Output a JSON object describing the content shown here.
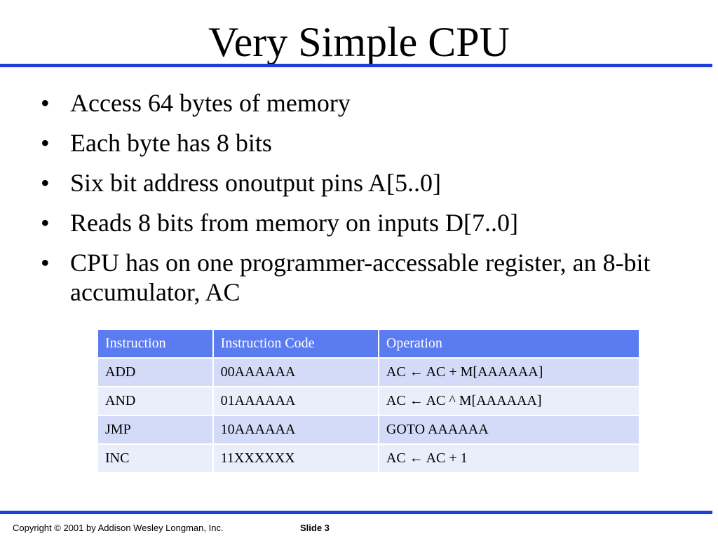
{
  "slide": {
    "title": "Very Simple CPU",
    "bullets": [
      "Access 64 bytes of memory",
      "Each byte has 8 bits",
      "Six bit address onoutput pins A[5..0]",
      "Reads 8 bits from memory on inputs D[7..0]",
      "CPU has on one programmer-accessable register, an 8-bit accumulator, AC"
    ],
    "bullet_glyph": "•"
  },
  "table": {
    "headers": [
      "Instruction",
      "Instruction Code",
      "Operation"
    ],
    "rows": [
      [
        "ADD",
        "00AAAAAA",
        "AC ← AC + M[AAAAAA]"
      ],
      [
        "AND",
        "01AAAAAA",
        "AC ← AC ^ M[AAAAAA]"
      ],
      [
        "JMP",
        "10AAAAAA",
        "GOTO AAAAAA"
      ],
      [
        "INC",
        "11XXXXXX",
        "AC ← AC + 1"
      ]
    ]
  },
  "footer": {
    "copyright": "Copyright © 2001 by Addison Wesley Longman, Inc.",
    "slide_label": "Slide 3"
  },
  "colors": {
    "rule": "#1f3fd9",
    "header_bg": "#5b7bf0",
    "row_even_bg": "#d3dbf8",
    "row_odd_bg": "#eaeefb"
  }
}
